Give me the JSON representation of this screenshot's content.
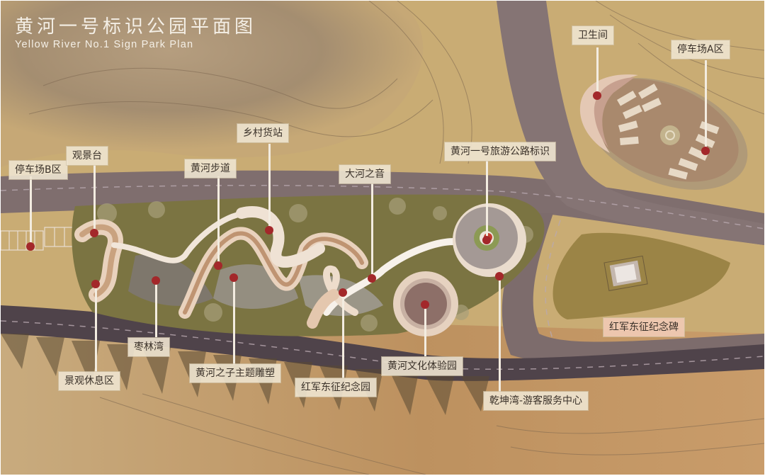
{
  "title": {
    "zh": "黄河一号标识公园平面图",
    "en": "Yellow River No.1 Sign Park Plan"
  },
  "colors": {
    "terrain": "#c9ac74",
    "terrain_dark": "#8f7a62",
    "road": "#7f6e6e",
    "road_dark": "#4b3f45",
    "vegetation": "#7b7442",
    "pavilion": "#e7cdb4",
    "pin": "#a3282a",
    "label_bg": "#eee4d0",
    "label_highlight_bg": "#efc8b2"
  },
  "labels": [
    {
      "id": "parking-b",
      "text": "停车场B区"
    },
    {
      "id": "viewing-deck",
      "text": "观景台"
    },
    {
      "id": "yellow-river-trail",
      "text": "黄河步道"
    },
    {
      "id": "village-station",
      "text": "乡村货站"
    },
    {
      "id": "river-sound",
      "text": "大河之音"
    },
    {
      "id": "highway-sign",
      "text": "黄河一号旅游公路标识"
    },
    {
      "id": "restroom",
      "text": "卫生间"
    },
    {
      "id": "parking-a",
      "text": "停车场A区"
    },
    {
      "id": "red-army-monument",
      "text": "红军东征纪念碑"
    },
    {
      "id": "jujube-bay",
      "text": "枣林湾"
    },
    {
      "id": "rest-area",
      "text": "景观休息区"
    },
    {
      "id": "son-sculpture",
      "text": "黄河之子主题雕塑"
    },
    {
      "id": "red-army-garden",
      "text": "红军东征纪念园"
    },
    {
      "id": "culture-park",
      "text": "黄河文化体验园"
    },
    {
      "id": "visitor-center",
      "text": "乾坤湾-游客服务中心"
    }
  ]
}
